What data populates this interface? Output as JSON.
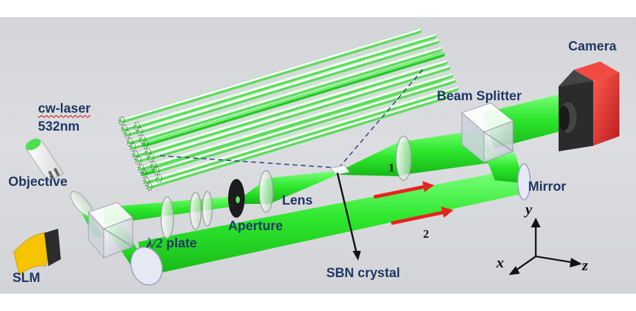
{
  "labels": {
    "camera": "Camera",
    "beam_splitter": "Beam Splitter",
    "cw_laser_line1": "cw-laser",
    "cw_laser_line2": "532nm",
    "objective": "Objective",
    "mirror": "Mirror",
    "lens": "Lens",
    "aperture": "Aperture",
    "half_wave_plate_symbol": "λ/2",
    "half_wave_plate_text": " plate",
    "slm": "SLM",
    "sbn_crystal": "SBN crystal",
    "beam_1": "1",
    "beam_2": "2"
  },
  "axes": {
    "x": "x",
    "y": "y",
    "z": "z"
  },
  "colors": {
    "beam_green": "#2ee82e",
    "label_navy": "#1f3864",
    "arrow_red": "#e8231e",
    "camera_red": "#e02a2a",
    "background": "#d8d9dd"
  }
}
